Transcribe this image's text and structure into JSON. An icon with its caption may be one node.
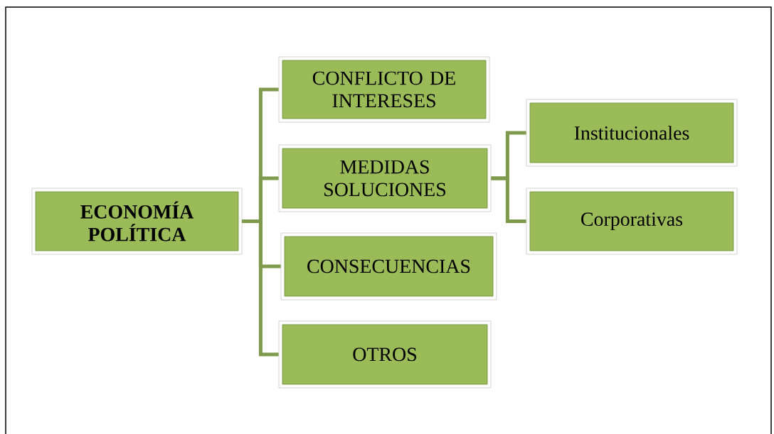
{
  "diagram": {
    "nodes": [
      {
        "text": [
          "ECONOMÍA POLÍTICA"
        ]
      },
      {
        "text": [
          "CONFLICTO DE INTERESES"
        ]
      },
      {
        "text": [
          "MEDIDAS SOLUCIONES"
        ]
      },
      {
        "text": [
          "CONSECUENCIAS"
        ]
      },
      {
        "text": [
          "OTROS"
        ]
      },
      {
        "text": [
          "Institucionales"
        ]
      },
      {
        "text": [
          "Corporativas"
        ]
      }
    ],
    "edges": [
      {
        "from": 0,
        "to": 1,
        "arrow": "none"
      },
      {
        "from": 0,
        "to": 2,
        "arrow": "none"
      },
      {
        "from": 0,
        "to": 3,
        "arrow": "none"
      },
      {
        "from": 0,
        "to": 4,
        "arrow": "none"
      },
      {
        "from": 2,
        "to": 5,
        "arrow": "none"
      },
      {
        "from": 2,
        "to": 6,
        "arrow": "none"
      }
    ]
  }
}
